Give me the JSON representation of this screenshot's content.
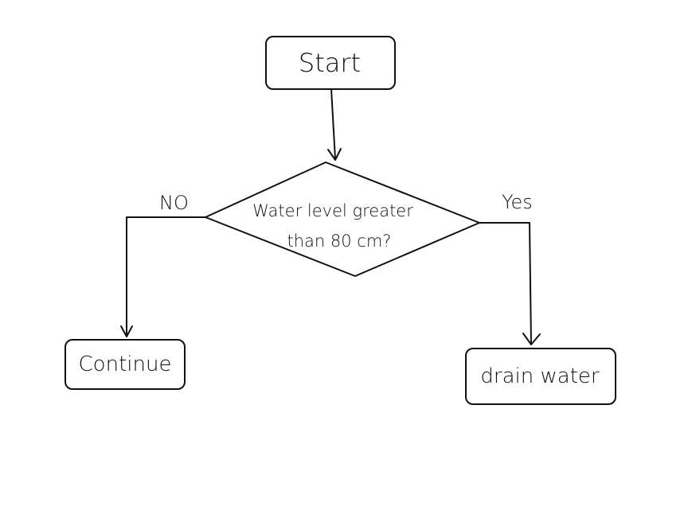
{
  "flowchart": {
    "start": {
      "label": "Start"
    },
    "decision": {
      "line1": "Water level greater",
      "line2": "than 80 cm?"
    },
    "branch_no": {
      "label": "NO"
    },
    "branch_yes": {
      "label": "Yes"
    },
    "no_outcome": {
      "label": "Continue"
    },
    "yes_outcome": {
      "label": "drain water"
    }
  },
  "colors": {
    "ink": "#111111",
    "background": "#ffffff"
  }
}
